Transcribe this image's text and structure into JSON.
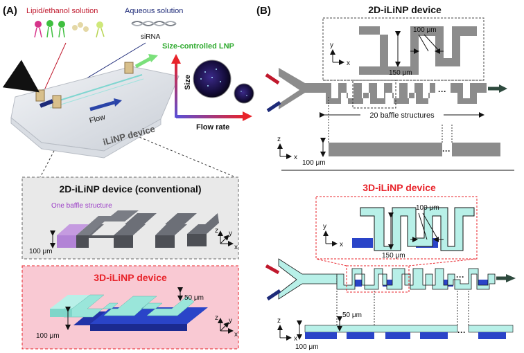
{
  "panel_a": {
    "label": "(A)",
    "lipid_label": "Lipid/ethanol  solution",
    "aqueous_label": "Aqueous solution",
    "sirna_label": "siRNA",
    "lnp_label": "Size-controlled LNP",
    "size_axis": "Size",
    "flow_rate_axis": "Flow rate",
    "flow_label": "Flow",
    "device_label": "iLiNP device",
    "conv_title": "2D-iLiNP device (conventional)",
    "baffle_label": "One baffle structure",
    "conv_height": "100 μm",
    "td_title": "3D-iLiNP device",
    "td_height": "100 μm",
    "td_offset": "50 μm",
    "axis_z": "z",
    "axis_y": "y",
    "axis_x": "x"
  },
  "panel_b": {
    "label": "(B)",
    "title_2d": "2D-iLiNP device",
    "d2_width_top": "100 μm",
    "d2_width_bottom": "150 μm",
    "d2_baffles": "20 baffle structures",
    "d2_height": "100 μm",
    "dots": "···",
    "title_3d": "3D-iLiNP device",
    "d3_width_top": "100 μm",
    "d3_width_bottom": "150 μm",
    "d3_offset": "50 μm",
    "d3_height": "100 μm",
    "axis_y": "y",
    "axis_x": "x",
    "axis_z": "z"
  },
  "colors": {
    "red_title": "#e8232a",
    "lnp_green": "#3fbf3f",
    "baffle_purple": "#b05fd6",
    "cyan": "#b8f0e8",
    "blue": "#2a44c8",
    "grey_channel": "#8c8c8c",
    "pink_box": "#f9c9d3",
    "grey_box": "#e9e9e9"
  }
}
